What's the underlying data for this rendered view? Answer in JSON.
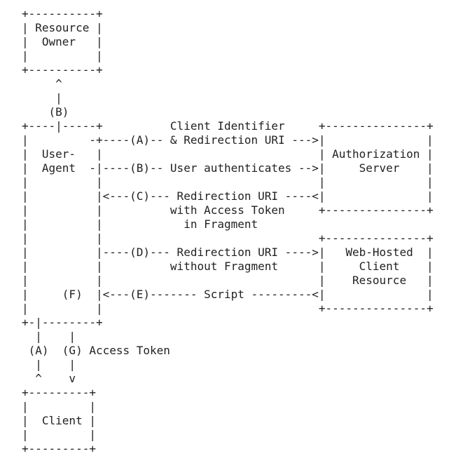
{
  "page": {
    "background_color": "#ffffff",
    "text_color": "#222222"
  },
  "diagram": {
    "type": "ascii-flow-diagram",
    "ascii_lines": [
      "+----------+",
      "| Resource |",
      "|  Owner   |",
      "|          |",
      "+----------+",
      "     ^",
      "     |",
      "    (B)",
      "+----|-----+          Client Identifier     +---------------+",
      "|         -+----(A)-- & Redirection URI --->|               |",
      "|  User-   |                                | Authorization |",
      "|  Agent  -|----(B)-- User authenticates -->|     Server    |",
      "|          |                                |               |",
      "|          |<---(C)--- Redirection URI ----<|               |",
      "|          |          with Access Token     +---------------+",
      "|          |            in Fragment",
      "|          |                                +---------------+",
      "|          |----(D)--- Redirection URI ---->|   Web-Hosted  |",
      "|          |          without Fragment      |     Client    |",
      "|          |                                |    Resource   |",
      "|     (F)  |<---(E)------- Script ---------<|               |",
      "|          |                                +---------------+",
      "+-|--------+",
      "  |    |",
      " (A)  (G) Access Token",
      "  |    |",
      "  ^    v",
      "+---------+",
      "|         |",
      "|  Client |",
      "|         |",
      "+---------+"
    ],
    "entities": [
      {
        "name": "Resource Owner"
      },
      {
        "name": "User-Agent"
      },
      {
        "name": "Authorization Server"
      },
      {
        "name": "Web-Hosted Client Resource"
      },
      {
        "name": "Client"
      }
    ],
    "steps": [
      {
        "id": "(A)",
        "label": "Client Identifier & Redirection URI"
      },
      {
        "id": "(B)",
        "label": "User authenticates"
      },
      {
        "id": "(C)",
        "label": "Redirection URI with Access Token in Fragment"
      },
      {
        "id": "(D)",
        "label": "Redirection URI without Fragment"
      },
      {
        "id": "(E)",
        "label": "Script"
      },
      {
        "id": "(F)",
        "label": ""
      },
      {
        "id": "(G)",
        "label": "Access Token"
      }
    ]
  }
}
